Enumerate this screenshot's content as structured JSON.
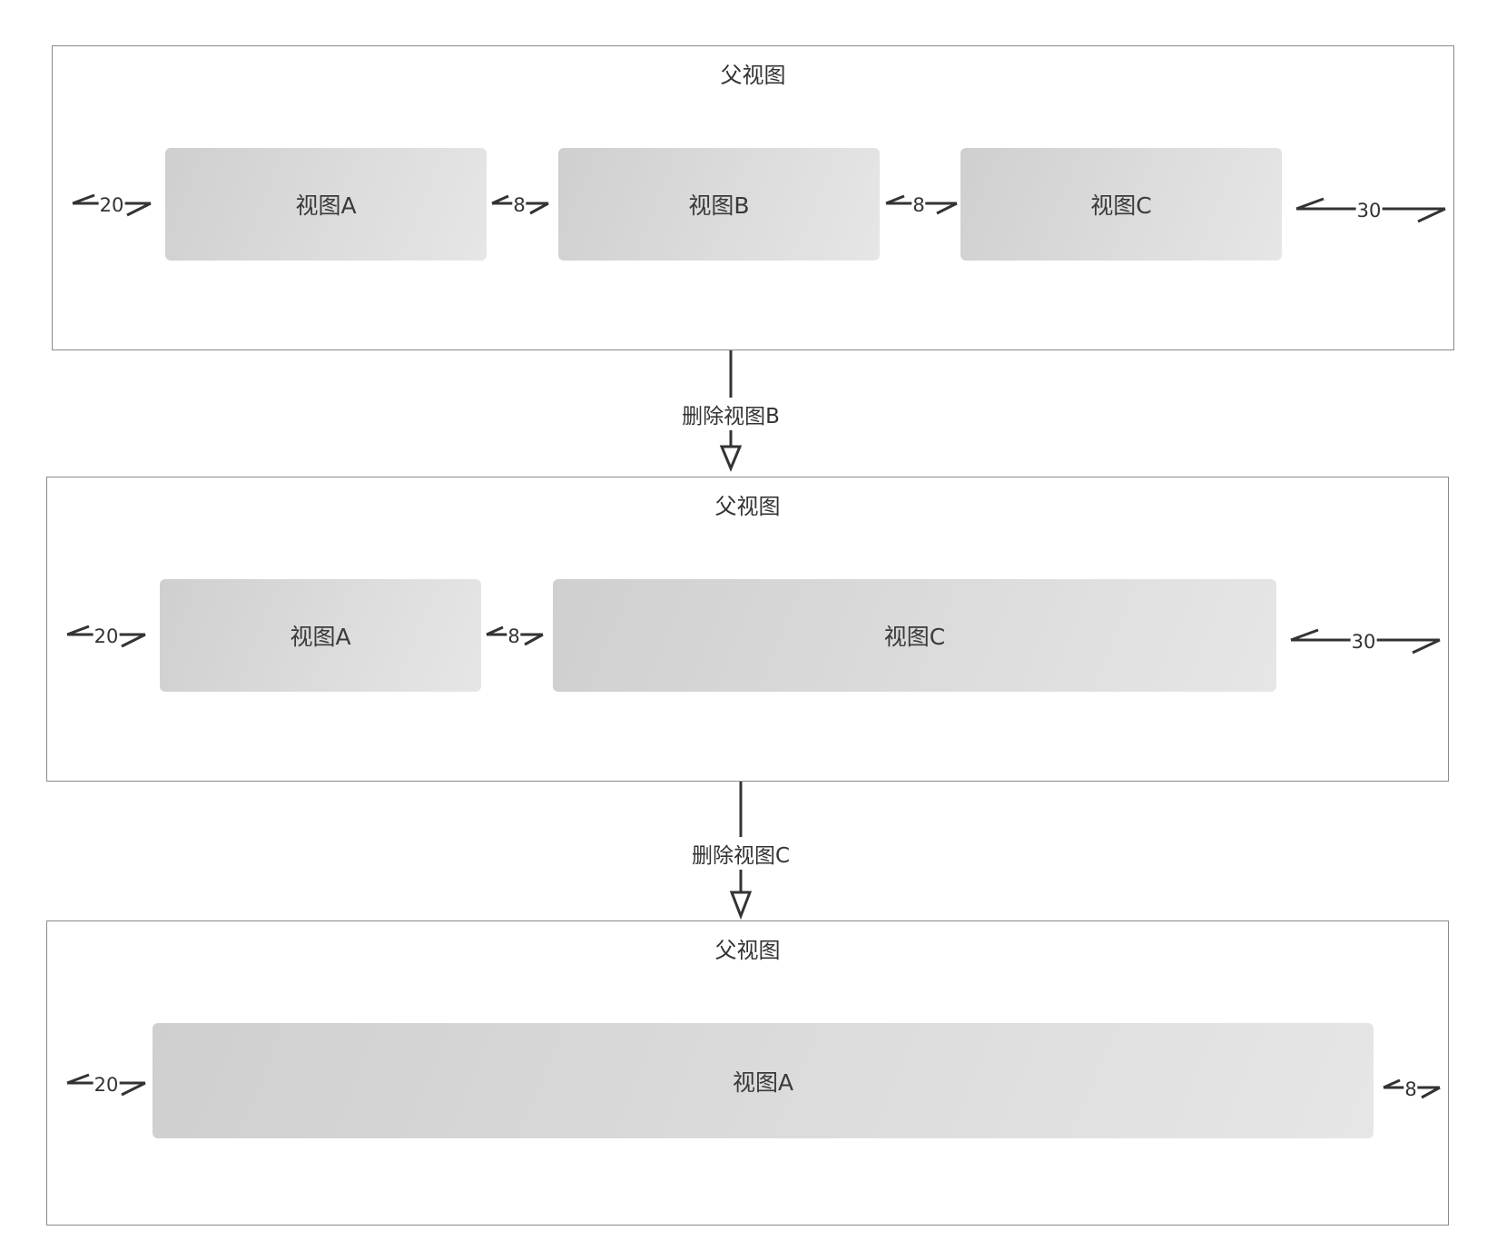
{
  "stages": [
    {
      "title": "父视图",
      "views": [
        "视图A",
        "视图B",
        "视图C"
      ],
      "spacings": [
        "20",
        "8",
        "8",
        "30"
      ]
    },
    {
      "title": "父视图",
      "views": [
        "视图A",
        "视图C"
      ],
      "spacings": [
        "20",
        "8",
        "30"
      ]
    },
    {
      "title": "父视图",
      "views": [
        "视图A"
      ],
      "spacings": [
        "20",
        "8"
      ]
    }
  ],
  "transitions": [
    {
      "label": "删除视图B"
    },
    {
      "label": "删除视图C"
    }
  ],
  "colors": {
    "panel_border": "#8a8a8a",
    "view_fill_dark": "#cfcfcf",
    "view_fill_light": "#e6e6e6",
    "text": "#333333",
    "arrow": "#333333"
  }
}
